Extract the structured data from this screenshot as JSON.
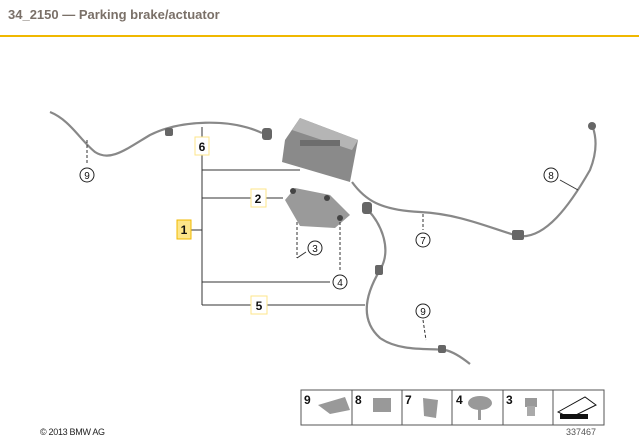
{
  "header": {
    "title": "34_2150 — Parking brake/actuator"
  },
  "callouts": {
    "c1": "1",
    "c2": "2",
    "c3": "3",
    "c4": "4",
    "c5": "5",
    "c6": "6",
    "c7": "7",
    "c8": "8",
    "c9a": "9",
    "c9b": "9"
  },
  "parts_strip": [
    {
      "label": "9"
    },
    {
      "label": "8"
    },
    {
      "label": "7"
    },
    {
      "label": "4"
    },
    {
      "label": "3"
    }
  ],
  "footer": {
    "copyright": "© 2013 BMW AG",
    "image_number": "337467"
  },
  "colors": {
    "accent": "#f0b800",
    "highlight": "#fde68a"
  }
}
